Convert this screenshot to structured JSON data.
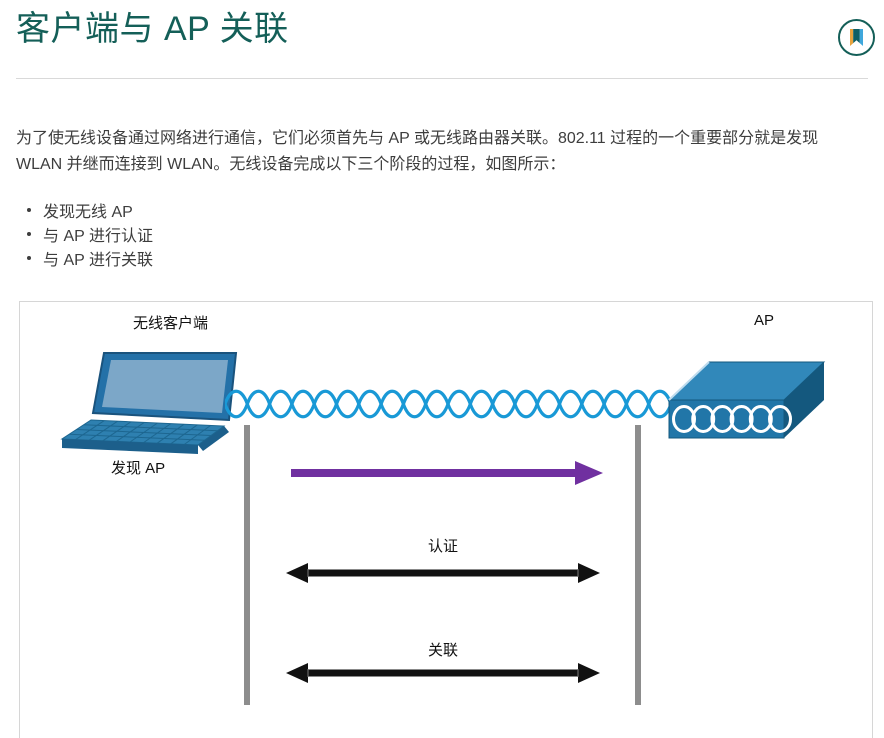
{
  "header": {
    "title": "客户端与 AP 关联",
    "bookmark_icon": "bookmark-icon"
  },
  "content": {
    "intro": "为了使无线设备通过网络进行通信，它们必须首先与 AP 或无线路由器关联。802.11 过程的一个重要部分就是发现 WLAN 并继而连接到 WLAN。无线设备完成以下三个阶段的过程，如图所示：",
    "bullets": [
      "发现无线 AP",
      "与 AP 进行认证",
      "与 AP 进行关联"
    ]
  },
  "diagram": {
    "client_label": "无线客户端",
    "ap_label": "AP",
    "steps": [
      {
        "label": "发现 AP",
        "direction": "client-to-ap",
        "arrow_color": "#7030a0"
      },
      {
        "label": "认证",
        "direction": "bidirectional",
        "arrow_color": "#111111"
      },
      {
        "label": "关联",
        "direction": "bidirectional",
        "arrow_color": "#111111"
      }
    ]
  },
  "colors": {
    "heading_teal": "#145f58",
    "body_text": "#3d3d3d",
    "wave_blue": "#1999d6",
    "discover_arrow_purple": "#7030a0",
    "arrow_black": "#111111",
    "timeline_bar_gray": "#8d8d8d",
    "device_blue": "#2176a8",
    "figure_border": "#d6d6d6",
    "bookmark_gold": "#e8a33d",
    "bookmark_blue": "#3fa7dc"
  }
}
